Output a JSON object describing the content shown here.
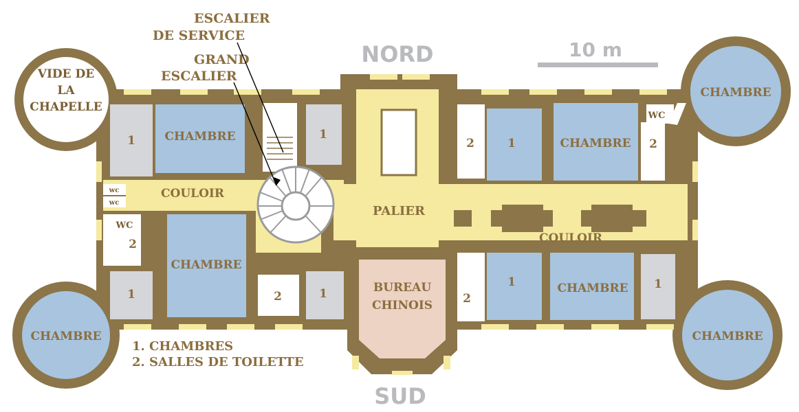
{
  "compass": {
    "north": "NORD",
    "south": "SUD"
  },
  "scale": {
    "label": "10 m"
  },
  "annotations": {
    "service_stair": [
      "ESCALIER",
      "DE SERVICE"
    ],
    "grand_stair": [
      "GRAND",
      "ESCALIER"
    ]
  },
  "rooms": {
    "chapel": [
      "VIDE DE",
      "LA",
      "CHAPELLE"
    ],
    "bedroom": "CHAMBRE",
    "corridor": "COULOIR",
    "landing": "PALIER",
    "chinese_office": [
      "BUREAU",
      "CHINOIS"
    ],
    "wc": "WC",
    "wc_lower": "wc",
    "marker_1": "1",
    "marker_2": "2"
  },
  "legend": {
    "item1": "1. CHAMBRES",
    "item2": "2. SALLES DE TOILETTE"
  },
  "colors": {
    "wall": "#8b7549",
    "bedroom": "#a8c4df",
    "small_room": "#d5d6d9",
    "corridor": "#f5ea9f",
    "office": "#ecd3c3",
    "compass": "#b9babd",
    "label": "#8b6e3f"
  }
}
